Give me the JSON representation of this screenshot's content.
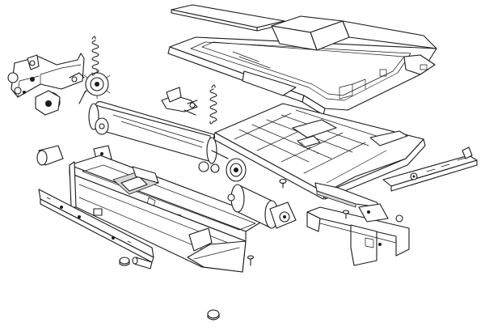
{
  "colors": {
    "ink": "#1a1a1a",
    "paper": "#ffffff"
  },
  "parts": [
    "output-tray",
    "scanner-lid-frame",
    "paper-guide-plate",
    "pickup-roller",
    "mounting-bracket",
    "gear-assembly",
    "tension-spring",
    "tension-spring",
    "sensor-flag",
    "roller-shaft",
    "sensor-board",
    "pickup-gear",
    "chassis-base",
    "side-rail",
    "drive-motor",
    "frame-bracket",
    "slide-rail",
    "screw",
    "screw",
    "rubber-foot",
    "rubber-foot",
    "pin"
  ]
}
